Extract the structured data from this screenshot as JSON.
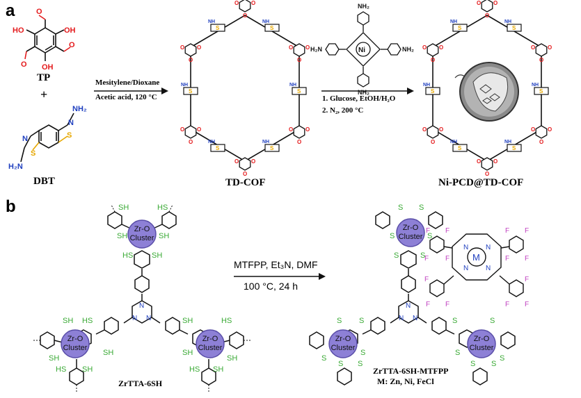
{
  "panel_a": {
    "label": "a",
    "tp_label": "TP",
    "plus": "+",
    "dbt_label": "DBT",
    "step1_line1": "Mesitylene/Dioxane",
    "step1_line2": "Acetic acid, 120 °C",
    "cof_label": "TD-COF",
    "step2_line1": "1. Glucose, EtOH/H₂O",
    "step2_line2": "2. N₂, 200 °C",
    "product_label": "Ni-PCD@TD-COF",
    "atoms": {
      "oh": "OH",
      "ho": "HO",
      "nh2": "NH₂",
      "h2n": "H₂N",
      "n": "N",
      "s": "S",
      "nh": "NH",
      "o": "O",
      "ni": "Ni"
    }
  },
  "panel_b": {
    "label": "b",
    "cluster_line1": "Zr-O",
    "cluster_line2": "Cluster",
    "sh": "SH",
    "hs": "HS",
    "s": "S",
    "n": "N",
    "f": "F",
    "m": "M",
    "reaction_line1": "MTFPP, Et₃N, DMF",
    "reaction_line2": "100 °C, 24 h",
    "left_label": "ZrTTA-6SH",
    "right_label": "ZrTTA-6SH-MTFPP",
    "metals": "M: Zn, Ni, FeCl"
  },
  "colors": {
    "oxygen": "#e41a1c",
    "nitrogen": "#1f3fbf",
    "sulfur": "#e6a700",
    "thiol": "#3aaa35",
    "fluorine": "#c040c0",
    "cluster": "#8d80d6",
    "bond": "#111111",
    "sphere": "#8a8a8a"
  }
}
